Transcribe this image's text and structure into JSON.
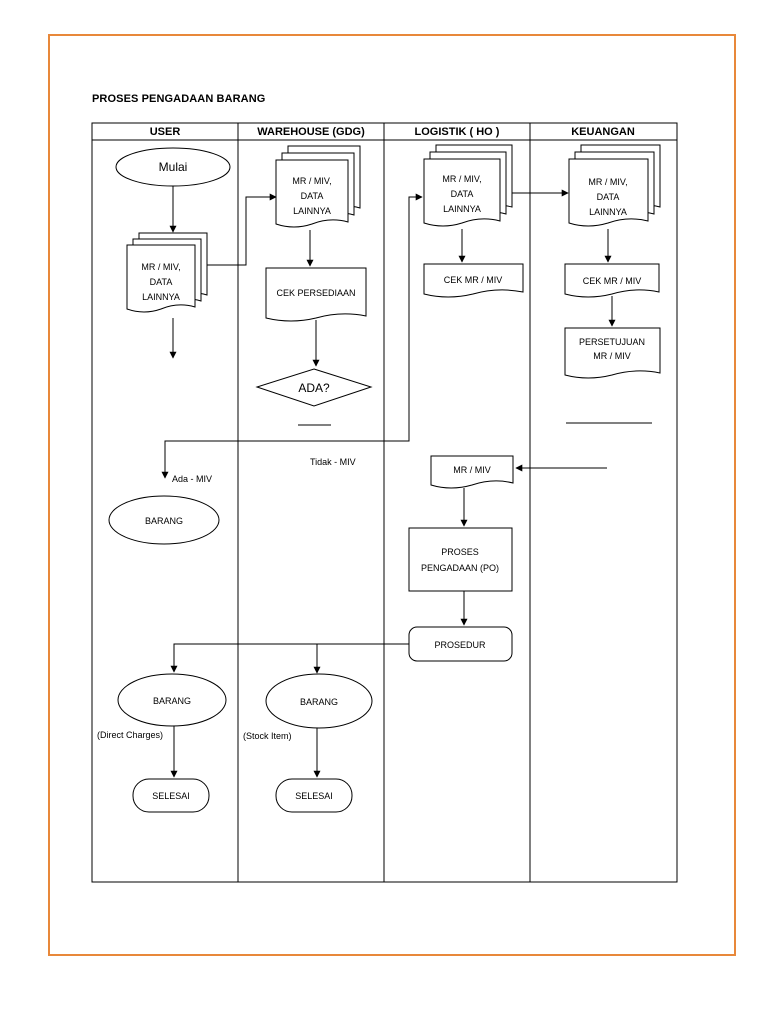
{
  "title": "PROSES PENGADAAN BARANG",
  "lanes": {
    "user": "USER",
    "warehouse": "WAREHOUSE (GDG)",
    "logistik": "LOGISTIK ( HO )",
    "keuangan": "KEUANGAN"
  },
  "nodes": {
    "mulai": "Mulai",
    "doc_line1": "MR / MIV,",
    "doc_line2": "DATA",
    "doc_line3": "LAINNYA",
    "cek_persediaan": "CEK PERSEDIAAN",
    "ada": "ADA?",
    "cek_mr_miv": "CEK MR / MIV",
    "persetujuan_line1": "PERSETUJUAN",
    "persetujuan_line2": "MR / MIV",
    "mr_miv": "MR / MIV",
    "barang": "BARANG",
    "proses_line1": "PROSES",
    "proses_line2": "PENGADAAN (PO)",
    "prosedur": "PROSEDUR",
    "selesai": "SELESAI"
  },
  "labels": {
    "ada_miv": "Ada - MIV",
    "tidak_miv": "Tidak - MIV",
    "direct_charges": "(Direct Charges)",
    "stock_item": "(Stock Item)"
  }
}
